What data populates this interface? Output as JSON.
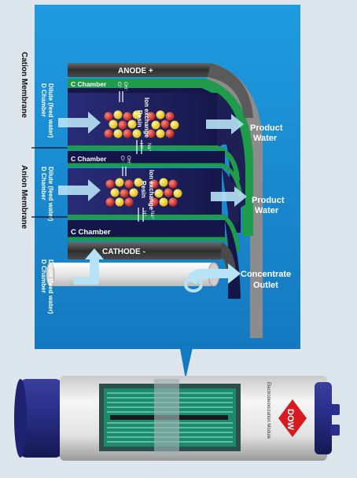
{
  "labels": {
    "anode": "ANODE +",
    "cathode": "CATHODE -",
    "c_chamber": "C Chamber",
    "dilute": "Dilute (feed water)",
    "d_chamber": "D Chamber",
    "ion_exchange": "Ion exchange",
    "resin": "Resin",
    "product_water_1": "Product",
    "product_water_2": "Water",
    "concentrate_1": "Concentrate",
    "concentrate_2": "Outlet",
    "cation_membrane": "Cation Membrane",
    "anion_membrane": "Anion Membrane",
    "ion_cl": "Cl⁻",
    "ion_oh": "OH⁻",
    "ion_h": "H⁺",
    "ion_na": "Na⁺"
  },
  "module": {
    "brand": "DOW",
    "title": "Electrodeionization Module"
  },
  "colors": {
    "background": "#dde6ec",
    "panel": "#1a8ed0",
    "chamber_dark": "#1d1f55",
    "membrane_green": "#1f9b4c",
    "electrode": "#3a3a3a",
    "bead_yellow": "#f5d21a",
    "bead_red": "#d8281e",
    "arrow": "#b8e2f6",
    "dow_red": "#d61a1f"
  }
}
